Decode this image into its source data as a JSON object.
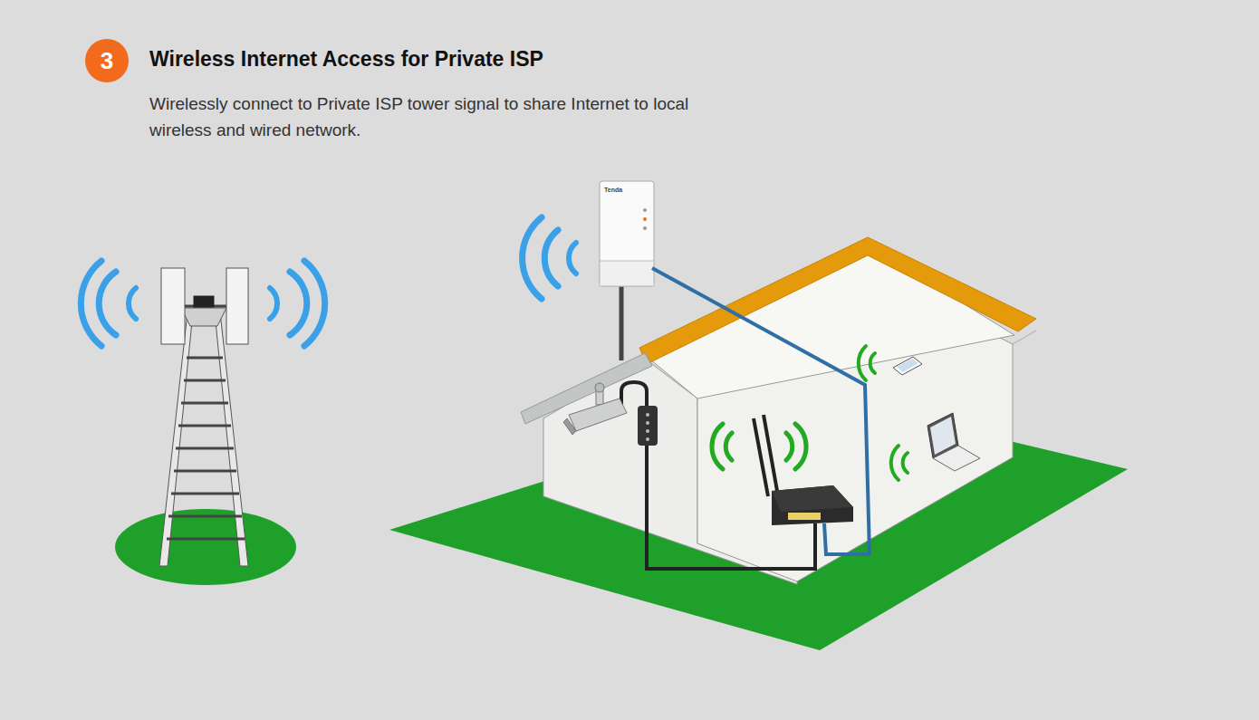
{
  "diagram": {
    "title": "Wireless Internet Access for Private ISP",
    "caption": "Wirelessly connect to Private ISP tower signal to share Internet to local wireless and wired network.",
    "nodes": [
      {
        "text": [
          "3"
        ]
      }
    ],
    "labels": [
      "Tenda"
    ]
  }
}
